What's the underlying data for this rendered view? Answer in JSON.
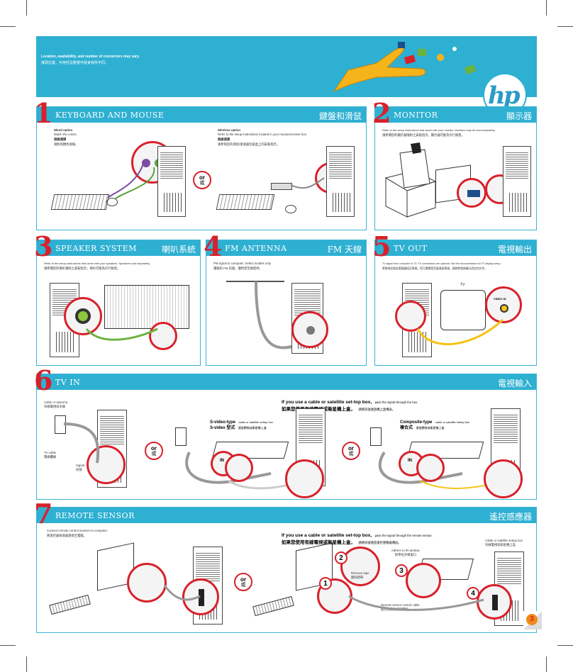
{
  "banner": {
    "line_en": "Location, availability, and number of connectors may vary.",
    "line_zh": "接頭位置、可用性及數量可能會有所不同。",
    "logo": "hp"
  },
  "or": {
    "en": "or",
    "zh": "或"
  },
  "panels": {
    "p1": {
      "num": "1",
      "title_en": "KEYBOARD AND MOUSE",
      "title_zh": "鍵盤和滑鼠",
      "wired_title": "Wired option",
      "wired_desc": "Match the colors.",
      "wired_zh_title": "接線選擇",
      "wired_zh_desc": "請對照顏色接線。",
      "wireless_title": "Wireless option",
      "wireless_desc": "Refer to the setup instructions located in your mouse/receiver box.",
      "wireless_zh_title": "無線選擇",
      "wireless_zh_desc": "請參照您的滑鼠/接收器包裝盒上的安裝指示。"
    },
    "p2": {
      "num": "2",
      "title_en": "MONITOR",
      "title_zh": "顯示器",
      "desc": "Refer to the setup instructions that came with your monitor. Monitors may be sold separately.",
      "desc_zh": "請參閱您的顯示器隨附之安裝指示。顯示器可能為另行販售。"
    },
    "p3": {
      "num": "3",
      "title_en": "SPEAKER SYSTEM",
      "title_zh": "喇叭系統",
      "desc": "Refer to the setup instructions that came with your speakers. Speakers sold separately.",
      "desc_zh": "請參閱您的喇叭隨附之安裝指示。喇叭可能為另行販售。"
    },
    "p4": {
      "num": "4",
      "title_en": "FM ANTENNA",
      "title_zh": "FM 天線",
      "desc": "FM signal to computer. Select models only.",
      "desc_zh": "電腦的 FM 訊號。僅特定型號提供。"
    },
    "p5": {
      "num": "5",
      "title_en": "TV OUT",
      "title_zh": "電視輸出",
      "desc": "TV signal from computer to TV. TV connections are optional. See the documentation for TV display setup.",
      "desc_zh": "將電視訊號從電腦連接至電視。您可選擇是否要連接電視。請參閱電視顯示設定的文件。",
      "tv_label": "TV",
      "video_in": "VIDEO IN"
    },
    "p6": {
      "num": "6",
      "title_en": "TV IN",
      "title_zh": "電視輸入",
      "cable_antenna": "Cable or antenna",
      "cable_antenna_zh": "有線電視或天線",
      "tv_cable": "TV cable",
      "tv_cable_zh": "電視纜線",
      "signal": "Signal",
      "signal_zh": "訊號",
      "settop_lead": "If you use a cable or satellite set-top box,",
      "settop_tail": "pass the signal through the box.",
      "settop_zh": "如果您使用有線電視或衛星機上盒，",
      "settop_zh_tail": "請將訊號透過機上盒傳送。",
      "svideo_title": "S-video-type",
      "svideo_desc": "cable or satellite settop box",
      "svideo_zh_title": "S-video 型式",
      "svideo_zh_desc": "連接纜線或衛星機上盒",
      "composite_title": "Composite-type",
      "composite_desc": "cable or satellite settop box",
      "composite_zh_title": "複合式",
      "composite_zh_desc": "連接纜線或衛星機上盒",
      "in": "IN"
    },
    "p7": {
      "num": "7",
      "title_en": "REMOTE SENSOR",
      "title_zh": "遙控感應器",
      "desc": "Connect remote control receiver to computer.",
      "desc_zh": "將遙控器接收器連接至電腦。",
      "settop_lead": "If you use a cable or satellite set-top box,",
      "settop_tail": "pass the signal through the remote sensor.",
      "settop_zh": "如果您使用有線電視或衛星機上盒，",
      "settop_zh_tail": "請將訊號透過遙控感應器傳送。",
      "adhere": "Adhere to IR window",
      "adhere_zh": "對準紅外線窗口",
      "remove_tape": "Remove tape",
      "remove_tape_zh": "撕除膠帶",
      "sensor_cable": "Remote sensor control cable",
      "sensor_cable_zh": "遙控感應器控制纜線",
      "settop_box": "Cable or satellite settop box",
      "settop_box_zh": "有線電視或衛星機上盒",
      "steps": [
        "1",
        "2",
        "3",
        "4"
      ]
    }
  },
  "page_number": "3",
  "colors": {
    "accent_blue": "#2eb0d2",
    "accent_red": "#d8212b",
    "logo_blue": "#2a9bc6"
  }
}
